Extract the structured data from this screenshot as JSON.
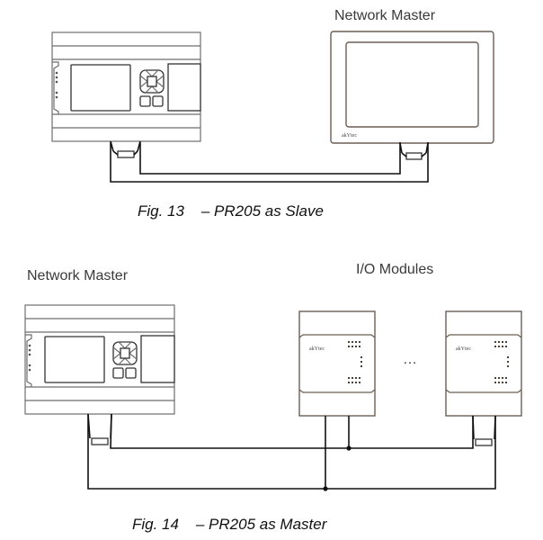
{
  "figure13": {
    "label_master": "Network Master",
    "caption": "Fig. 13    – PR205 as Slave",
    "devices": [
      {
        "name": "PR205 controller",
        "role": "slave"
      },
      {
        "name": "HMI panel",
        "role": "master",
        "brand": "akYtec"
      }
    ]
  },
  "figure14": {
    "label_master": "Network Master",
    "label_modules": "I/O Modules",
    "ellipsis": "…",
    "caption": "Fig. 14    – PR205 as Master",
    "devices": [
      {
        "name": "PR205 controller",
        "role": "master"
      },
      {
        "name": "I/O module 1",
        "role": "slave",
        "brand": "akYtec"
      },
      {
        "name": "I/O module N",
        "role": "slave",
        "brand": "akYtec"
      }
    ]
  },
  "colors": {
    "wire": "#111111",
    "device_outline": "#6e6e6e",
    "module_outline": "#6b5f55"
  }
}
